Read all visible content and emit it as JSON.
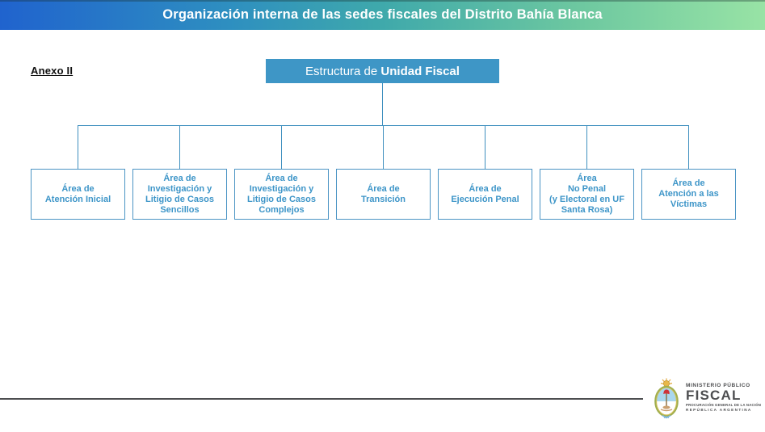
{
  "header": {
    "title": "Organización interna de las sedes fiscales del Distrito Bahía Blanca"
  },
  "annex_label": "Anexo II",
  "root_node": {
    "text_regular": "Estructura de ",
    "text_bold": "Unidad Fiscal"
  },
  "areas": [
    {
      "id": "atencion-inicial",
      "label": "Área de\nAtención Inicial"
    },
    {
      "id": "investigacion-sencillos",
      "label": "Área de\nInvestigación y\nLitigio de Casos\nSencillos"
    },
    {
      "id": "investigacion-complejos",
      "label": "Área de\nInvestigación y\nLitigio de Casos\nComplejos"
    },
    {
      "id": "transicion",
      "label": "Área de\nTransición"
    },
    {
      "id": "ejecucion-penal",
      "label": "Área de\nEjecución Penal"
    },
    {
      "id": "no-penal",
      "label": "Área\nNo Penal\n(y Electoral en UF\nSanta Rosa)"
    },
    {
      "id": "victimas",
      "label": "Área de\nAtención a las\nVíctimas"
    }
  ],
  "footer": {
    "logo": {
      "ministerio": "MINISTERIO PÚBLICO",
      "fiscal": "FISCAL",
      "procuracion": "PROCURACIÓN GENERAL DE LA NACIÓN",
      "republica": "REPÚBLICA ARGENTINA"
    }
  },
  "colors": {
    "header_gradient_left": "#2063ce",
    "header_gradient_mid": "#3fa9ab",
    "header_gradient_right": "#98e3a5",
    "node_fill": "#3e96c6",
    "node_border": "#4b94c4",
    "node_text": "#3d95c8",
    "connector_line": "#4090bf",
    "footer_gray": "#4d4e50"
  }
}
